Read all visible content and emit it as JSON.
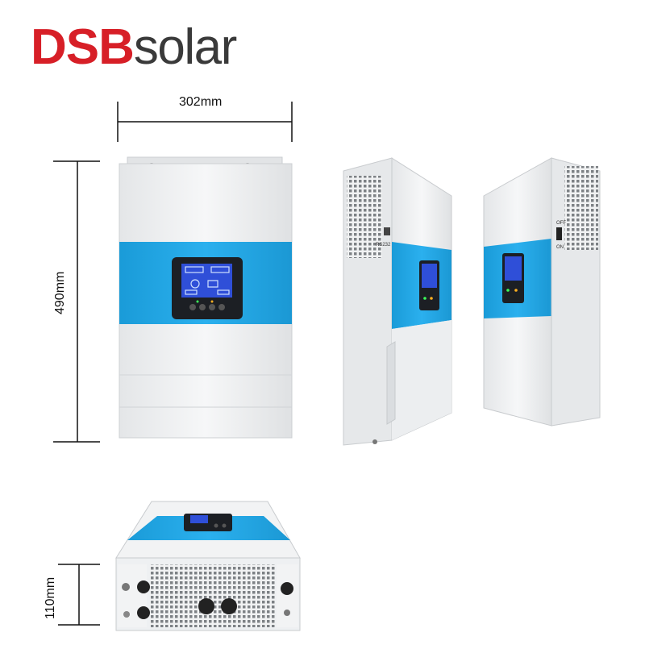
{
  "logo": {
    "brand": "DSB",
    "suffix": "solar"
  },
  "dimensions": {
    "width": "302mm",
    "height": "490mm",
    "depth": "110mm"
  },
  "side_labels": {
    "rs232": "RS232",
    "off": "OFF",
    "on": "ON"
  },
  "colors": {
    "brand_red": "#d71f27",
    "panel_blue": "#1ea6e6",
    "body_white": "#eef0f2"
  }
}
